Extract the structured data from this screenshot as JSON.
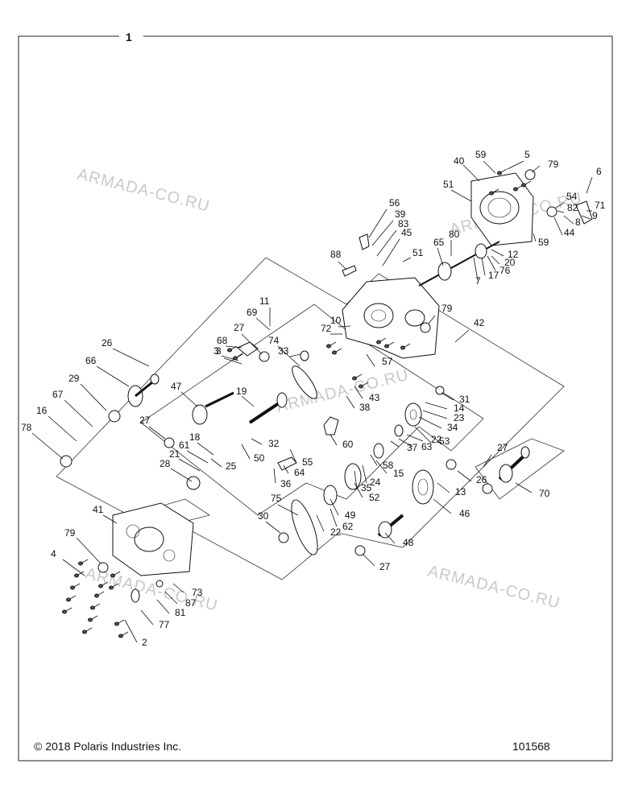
{
  "assembly_label": "1",
  "watermark": "ARMADA-CO.RU",
  "copyright": "© 2018 Polaris Industries Inc.",
  "drawing_number": "101568",
  "callouts": [
    "5",
    "59",
    "79",
    "40",
    "6",
    "51",
    "54",
    "82",
    "71",
    "9",
    "8",
    "44",
    "59",
    "56",
    "39",
    "83",
    "45",
    "51",
    "88",
    "80",
    "65",
    "12",
    "20",
    "7",
    "76",
    "17",
    "11",
    "69",
    "10",
    "72",
    "79",
    "42",
    "27",
    "3",
    "26",
    "66",
    "68",
    "33",
    "74",
    "57",
    "31",
    "43",
    "38",
    "14",
    "23",
    "34",
    "53",
    "22",
    "63",
    "37",
    "15",
    "58",
    "24",
    "35",
    "47",
    "19",
    "3",
    "29",
    "67",
    "16",
    "78",
    "27",
    "18",
    "61",
    "21",
    "28",
    "25",
    "50",
    "32",
    "55",
    "60",
    "64",
    "36",
    "52",
    "27",
    "26",
    "13",
    "70",
    "46",
    "75",
    "30",
    "49",
    "62",
    "22",
    "48",
    "27",
    "41",
    "79",
    "4",
    "73",
    "87",
    "81",
    "77",
    "2"
  ]
}
